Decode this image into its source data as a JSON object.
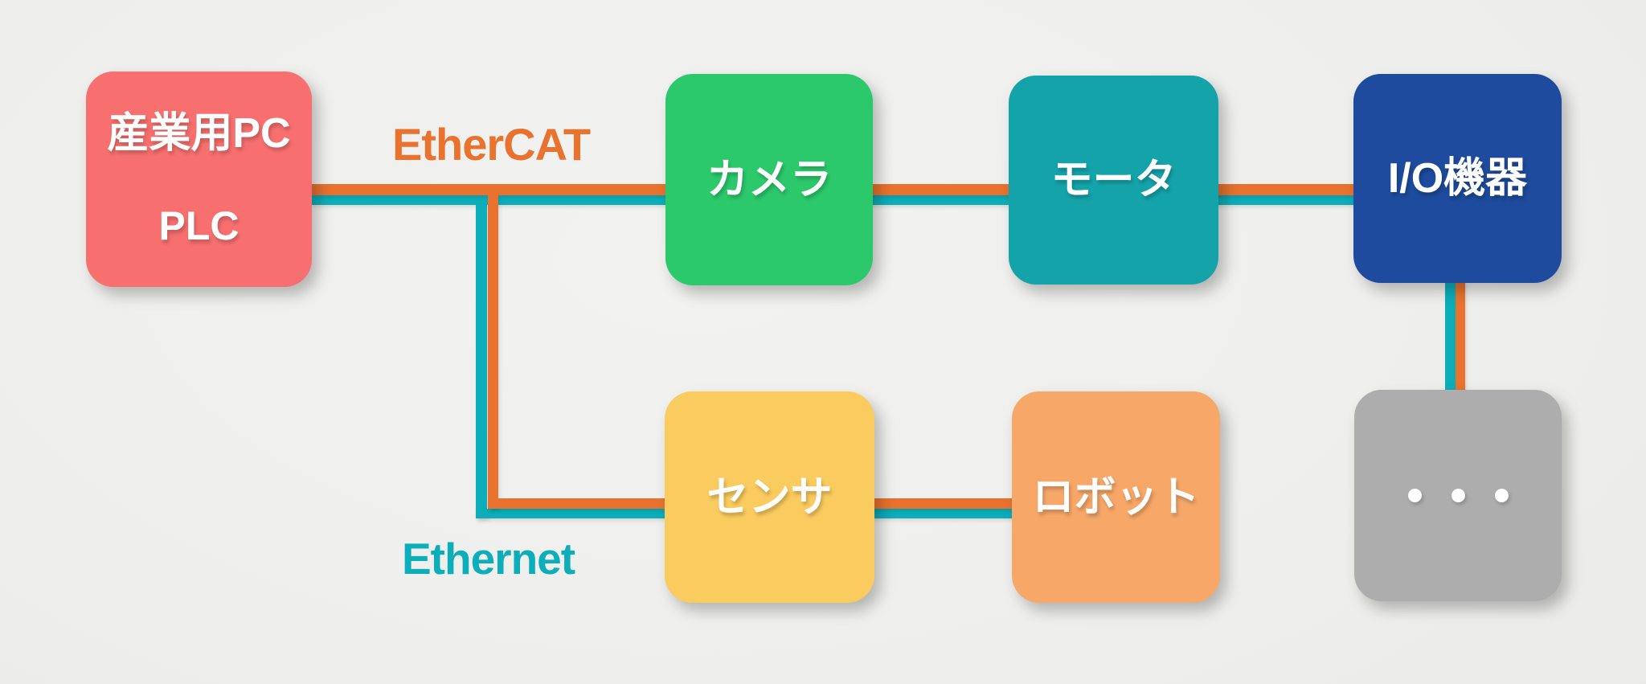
{
  "background": "#EFEFED",
  "labels": {
    "ethercat": "EtherCAT",
    "ethernet": "Ethernet"
  },
  "buses": {
    "ethercat": {
      "name": "EtherCAT",
      "color": "#E9722F"
    },
    "ethernet": {
      "name": "Ethernet",
      "color": "#0CAEBA"
    }
  },
  "nodes": {
    "controller": {
      "line1": "産業用PC",
      "line2": "PLC",
      "color": "#F7706F"
    },
    "camera": {
      "label": "カメラ",
      "color": "#2CC96C"
    },
    "motor": {
      "label": "モータ",
      "color": "#14A3A9"
    },
    "io_device": {
      "label": "I/O機器",
      "color": "#1E4B9D"
    },
    "sensor": {
      "label": "センサ",
      "color": "#FACB5E"
    },
    "robot": {
      "label": "ロボット",
      "color": "#F7A768"
    },
    "more_devices": {
      "icon": "ellipsis-dots",
      "dot_count": 3,
      "dot_color": "#FFFFFF",
      "color": "#ADADAD"
    }
  },
  "connections": [
    {
      "from": "controller",
      "to": "camera",
      "buses": [
        "EtherCAT",
        "Ethernet"
      ]
    },
    {
      "from": "camera",
      "to": "motor",
      "buses": [
        "EtherCAT",
        "Ethernet"
      ]
    },
    {
      "from": "motor",
      "to": "io_device",
      "buses": [
        "EtherCAT",
        "Ethernet"
      ]
    },
    {
      "from": "controller",
      "to": "sensor",
      "buses": [
        "EtherCAT",
        "Ethernet"
      ]
    },
    {
      "from": "sensor",
      "to": "robot",
      "buses": [
        "EtherCAT",
        "Ethernet"
      ]
    },
    {
      "from": "io_device",
      "to": "more_devices",
      "buses": [
        "EtherCAT",
        "Ethernet"
      ]
    }
  ]
}
